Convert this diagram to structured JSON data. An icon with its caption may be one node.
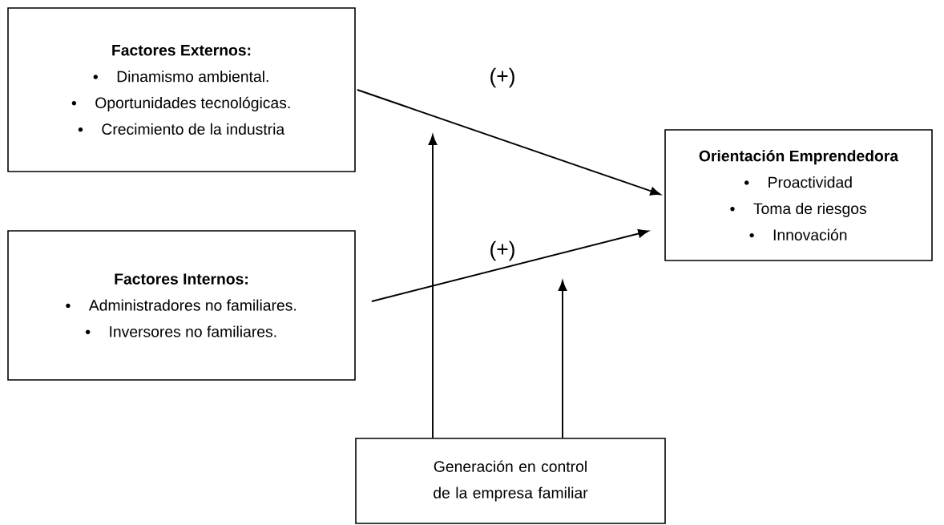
{
  "diagram": {
    "nodes": [
      {
        "text": [
          "Factores Externos:",
          "Dinamismo ambiental.",
          "Oportunidades tecnológicas.",
          "Crecimiento de la industria"
        ]
      },
      {
        "text": [
          "Factores Internos:",
          "Administradores no familiares.",
          "Inversores no familiares."
        ]
      },
      {
        "text": [
          "Orientación Emprendedora",
          "Proactividad",
          "Toma de riesgos",
          "Innovación"
        ]
      },
      {
        "text": [
          "Generación en control de la empresa familiar"
        ]
      }
    ],
    "edges": [
      {
        "from": 0,
        "to": 2,
        "arrow": "to",
        "label": "(+)"
      },
      {
        "from": 1,
        "to": 2,
        "arrow": "to",
        "label": "(+)"
      },
      {
        "from": 3,
        "to": null,
        "arrow": "to"
      },
      {
        "from": 3,
        "to": null,
        "arrow": "to"
      }
    ]
  }
}
